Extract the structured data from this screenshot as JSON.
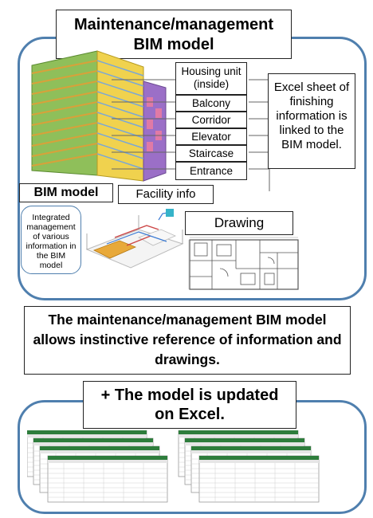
{
  "top_title": "Maintenance/management BIM model",
  "categories": [
    "Housing unit (inside)",
    "Balcony",
    "Corridor",
    "Elevator",
    "Staircase",
    "Entrance"
  ],
  "excel_note": "Excel sheet of finishing information is linked to the BIM model.",
  "bim_model_label": "BIM model",
  "facility_info_label": "Facility info",
  "integrated_note": "Integrated management of various information in the BIM model",
  "drawing_label": "Drawing",
  "middle_statement": "The maintenance/management BIM model allows instinctive reference of information and drawings.",
  "bottom_title": "+ The model is updated on Excel.",
  "colors": {
    "panel_border": "#4f7fae",
    "excel_green": "#2e7d3c"
  }
}
